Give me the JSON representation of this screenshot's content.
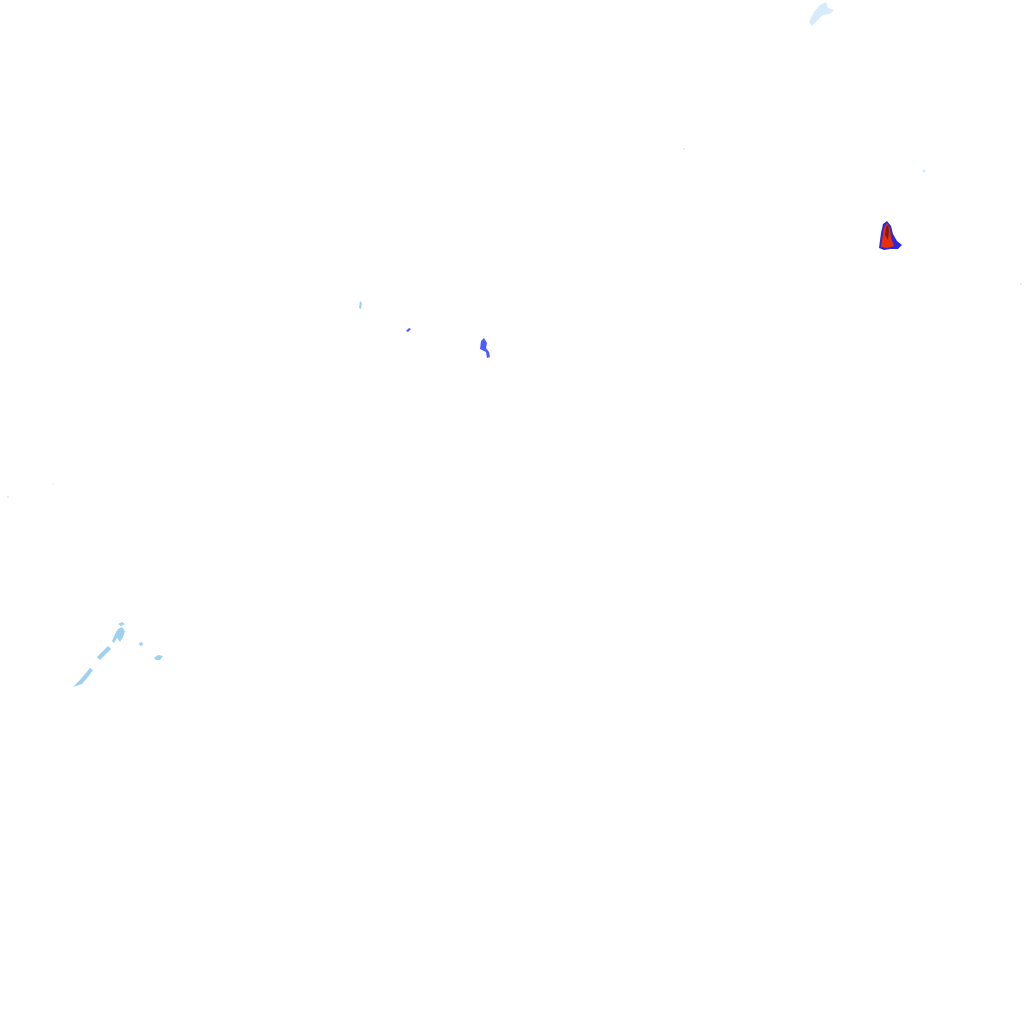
{
  "map": {
    "background_color": "#ffffff",
    "intensity_scale": {
      "faint": "#d6ecfb",
      "light": "#9fd0f0",
      "medium": "#4d5cff",
      "strong": "#2a2ad8",
      "heavy": "#e8300c",
      "core": "#8a1a00"
    },
    "cells": [
      {
        "id": "cell-north-east-top",
        "intensity": "faint"
      },
      {
        "id": "cell-east",
        "intensity": "heavy"
      },
      {
        "id": "cell-central",
        "intensity": "medium"
      },
      {
        "id": "cell-central-small",
        "intensity": "medium"
      },
      {
        "id": "cell-central-sliver",
        "intensity": "light"
      },
      {
        "id": "cell-south-west",
        "intensity": "light"
      }
    ]
  }
}
